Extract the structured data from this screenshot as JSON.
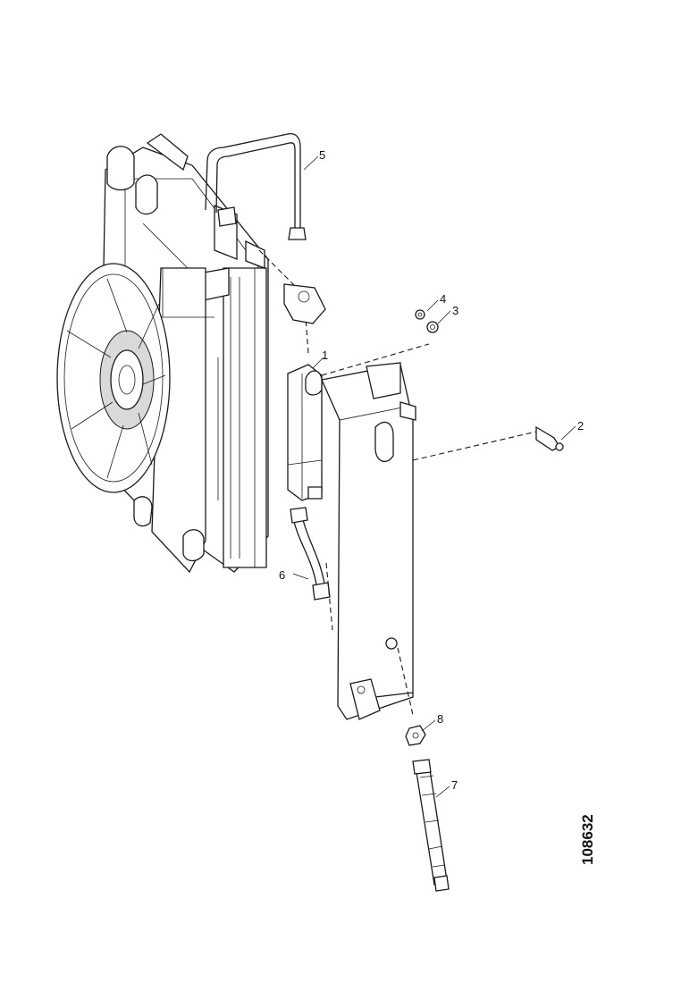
{
  "diagram": {
    "figure_id": "108632",
    "callouts": [
      "1",
      "2",
      "3",
      "4",
      "5",
      "6",
      "7",
      "8"
    ]
  }
}
